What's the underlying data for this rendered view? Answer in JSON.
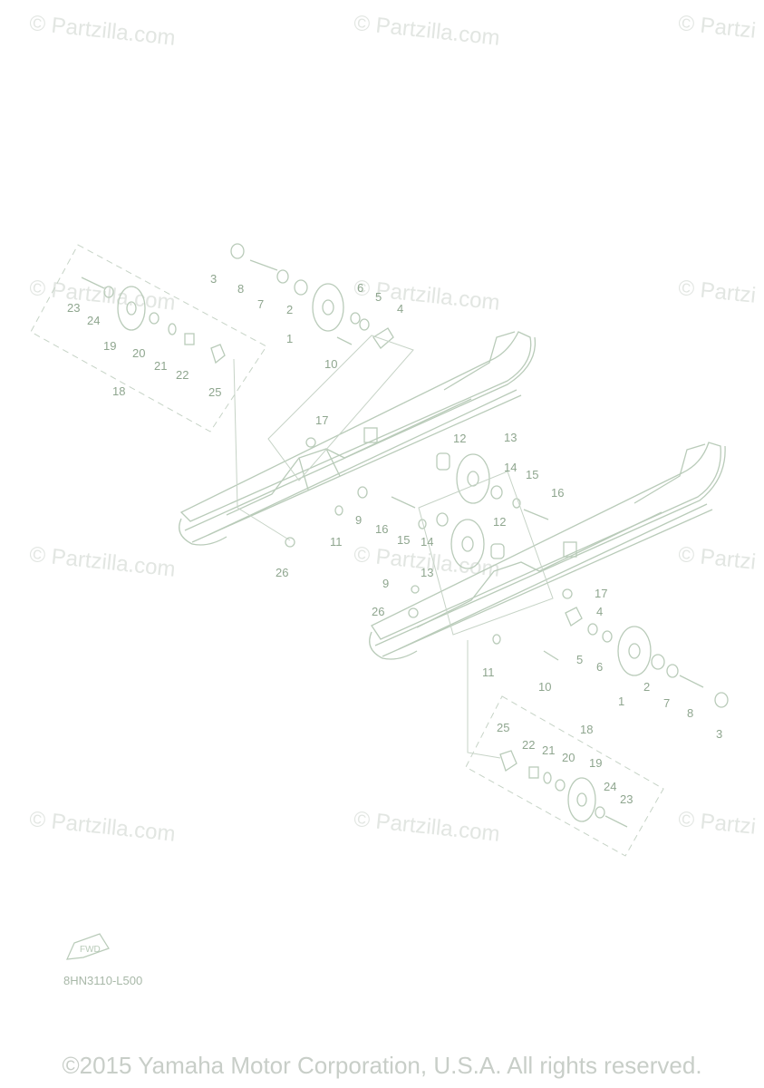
{
  "watermarks": [
    "© Partzilla.com",
    "© Partzilla.com",
    "© Partzi",
    "© Partzilla.com",
    "© Partzilla.com",
    "© Partzi",
    "© Partzilla.com",
    "© Partzilla.com",
    "© Partzi",
    "© Partzilla.com",
    "© Partzilla.com",
    "© Partzi"
  ],
  "callouts": [
    "1",
    "2",
    "3",
    "4",
    "5",
    "6",
    "7",
    "8",
    "9",
    "10",
    "11",
    "12",
    "13",
    "14",
    "15",
    "16",
    "17",
    "18",
    "19",
    "20",
    "21",
    "22",
    "23",
    "24",
    "25",
    "26"
  ],
  "fwd_label": "FWD",
  "diagram_code": "8HN3110-L500",
  "copyright": "©2015 Yamaha Motor Corporation, U.S.A. All rights reserved.",
  "colors": {
    "line": "#b9cbb9",
    "label": "#8fa68f",
    "dash": "#c6d3c6",
    "watermark": "#e2e6e2"
  }
}
